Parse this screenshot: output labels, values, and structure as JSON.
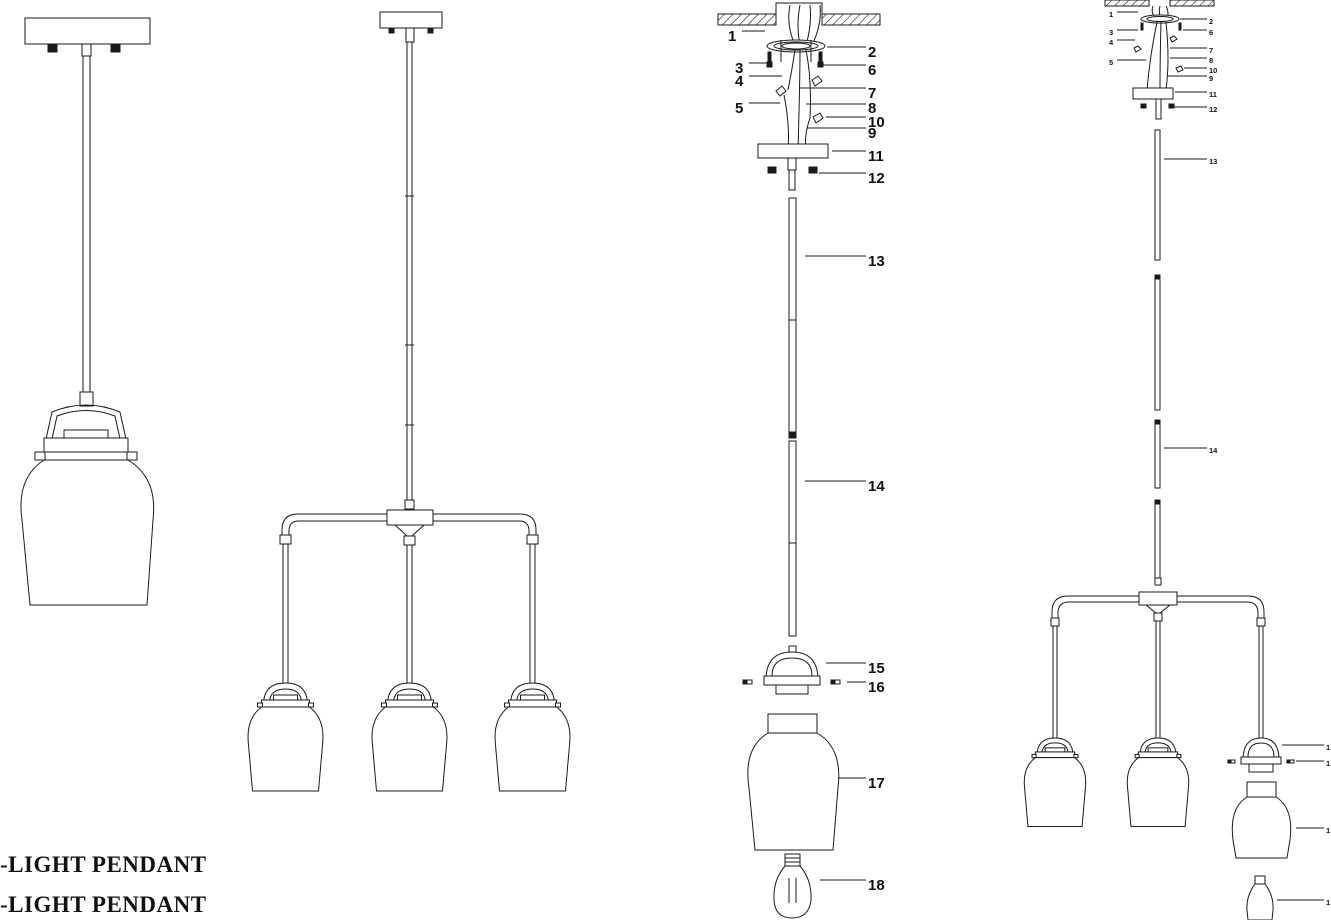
{
  "captions": {
    "one_light": "-LIGHT PENDANT",
    "three_light": "-LIGHT PENDANT"
  },
  "labels_single": [
    "1",
    "2",
    "3",
    "4",
    "5",
    "6",
    "7",
    "8",
    "9",
    "10",
    "11",
    "12",
    "13",
    "14",
    "15",
    "16",
    "17",
    "18"
  ],
  "labels_triple": [
    "1",
    "2",
    "3",
    "4",
    "5",
    "6",
    "7",
    "8",
    "9",
    "10",
    "11",
    "12",
    "13",
    "14",
    "1",
    "1",
    "1",
    "1"
  ]
}
